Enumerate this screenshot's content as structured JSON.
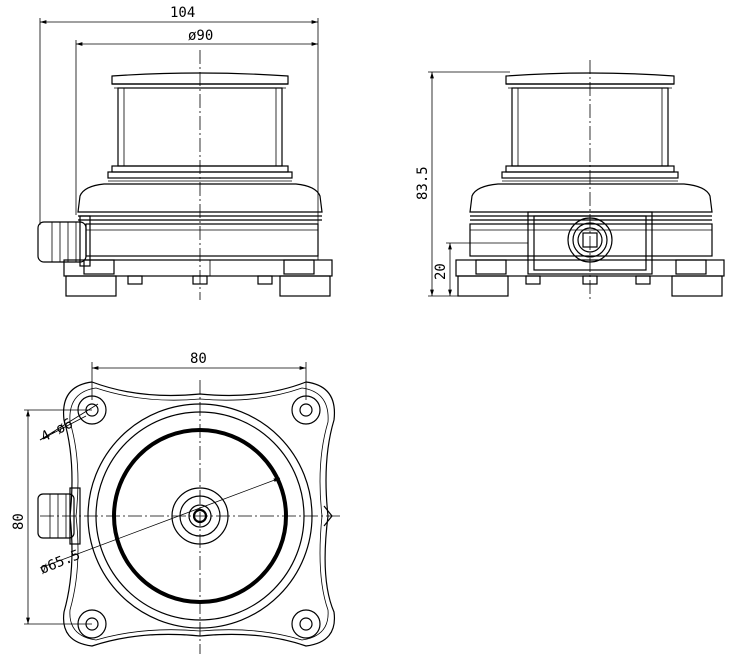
{
  "drawing": {
    "dimensions": {
      "front_width": "104",
      "front_diameter": "ø90",
      "side_height": "83.5",
      "side_base_height": "20",
      "top_width": "80",
      "top_height": "80",
      "top_hole": "4-ø6",
      "top_circle": "ø65.5"
    }
  }
}
